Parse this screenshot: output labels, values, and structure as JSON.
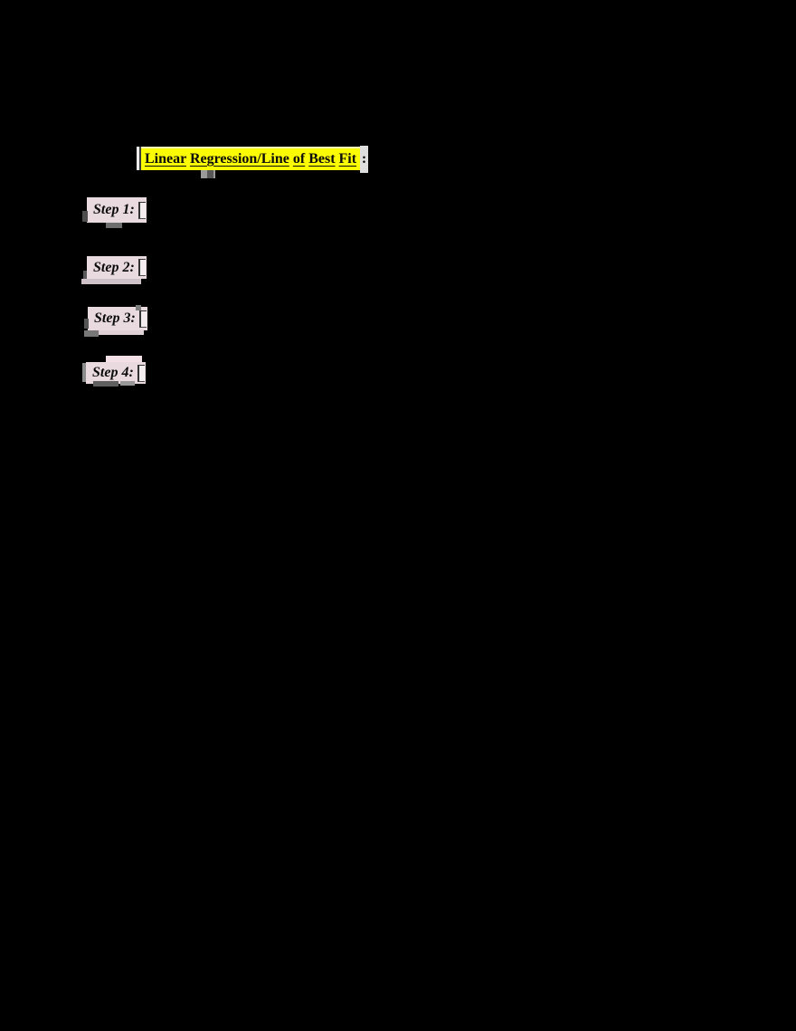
{
  "document": {
    "background_color": "#000000",
    "title": {
      "highlighted_text": "Linear Regression/Line of Best Fit",
      "trailing_text": ":",
      "highlight_color": "#fbfb04",
      "text_color": "#0c0c0c"
    },
    "steps": [
      {
        "label": "Step 1:"
      },
      {
        "label": "Step 2:"
      },
      {
        "label": "Step 3:"
      },
      {
        "label": "Step 4:"
      }
    ],
    "step_highlight_color": "#e9dadf"
  }
}
